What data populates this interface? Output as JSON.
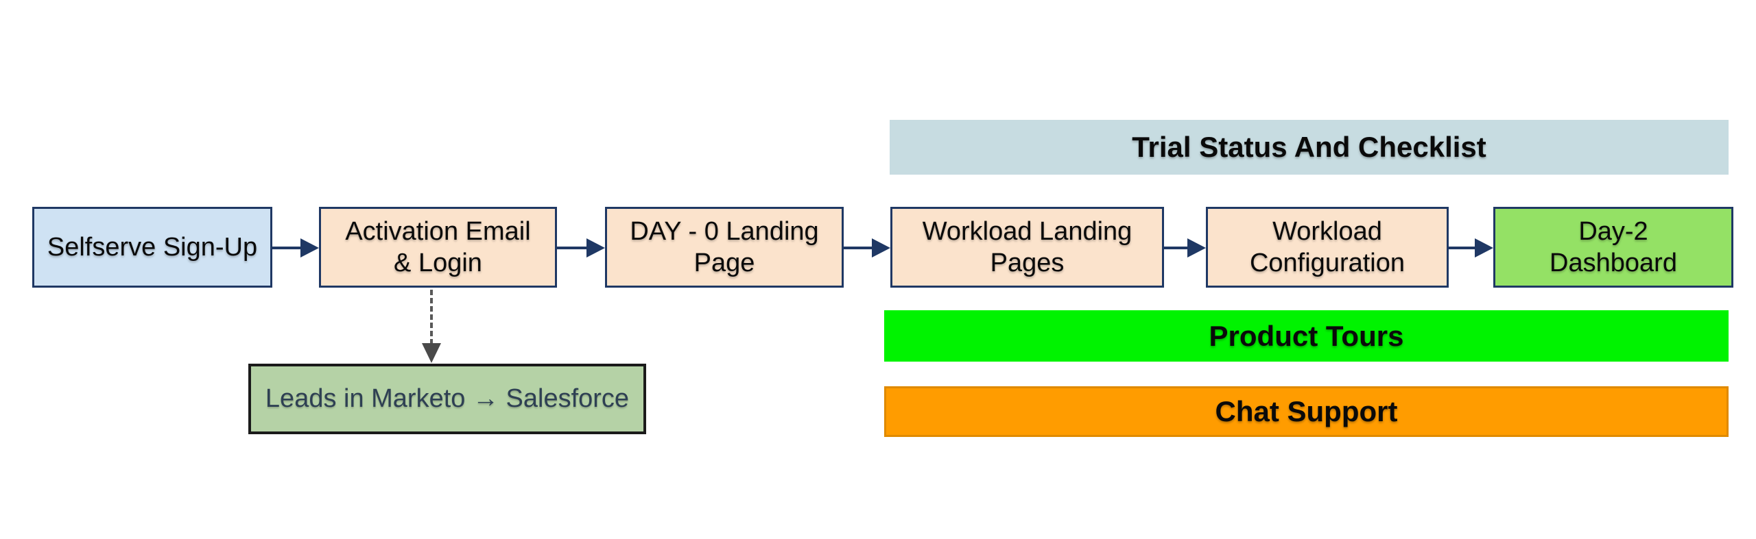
{
  "diagram": {
    "flow_boxes": [
      {
        "label": "Selfserve Sign-Up"
      },
      {
        "label": "Activation Email\n& Login"
      },
      {
        "label": "DAY - 0 Landing\nPage"
      },
      {
        "label": "Workload Landing\nPages"
      },
      {
        "label": "Workload\nConfiguration"
      },
      {
        "label": "Day-2\nDashboard"
      }
    ],
    "banners": {
      "trial": "Trial Status And Checklist",
      "product_tours": "Product Tours",
      "chat_support": "Chat Support"
    },
    "annotation_box": {
      "label": "Leads in Marketo → Salesforce"
    },
    "colors": {
      "signup_box_fill": "#cfe2f3",
      "step_box_fill": "#fbe3cc",
      "day2_box_fill": "#94e165",
      "box_border": "#1f3864",
      "trial_banner_fill": "#c7dce1",
      "product_tours_fill": "#00f300",
      "chat_support_fill": "#ff9c00",
      "chat_support_border": "#e08a00",
      "annotation_fill": "#b5d2a6",
      "annotation_border": "#1b1b1b",
      "annotation_text": "#2e4053",
      "arrow_color": "#1f3864",
      "dashed_arrow_color": "#595959",
      "background": "#ffffff"
    }
  }
}
